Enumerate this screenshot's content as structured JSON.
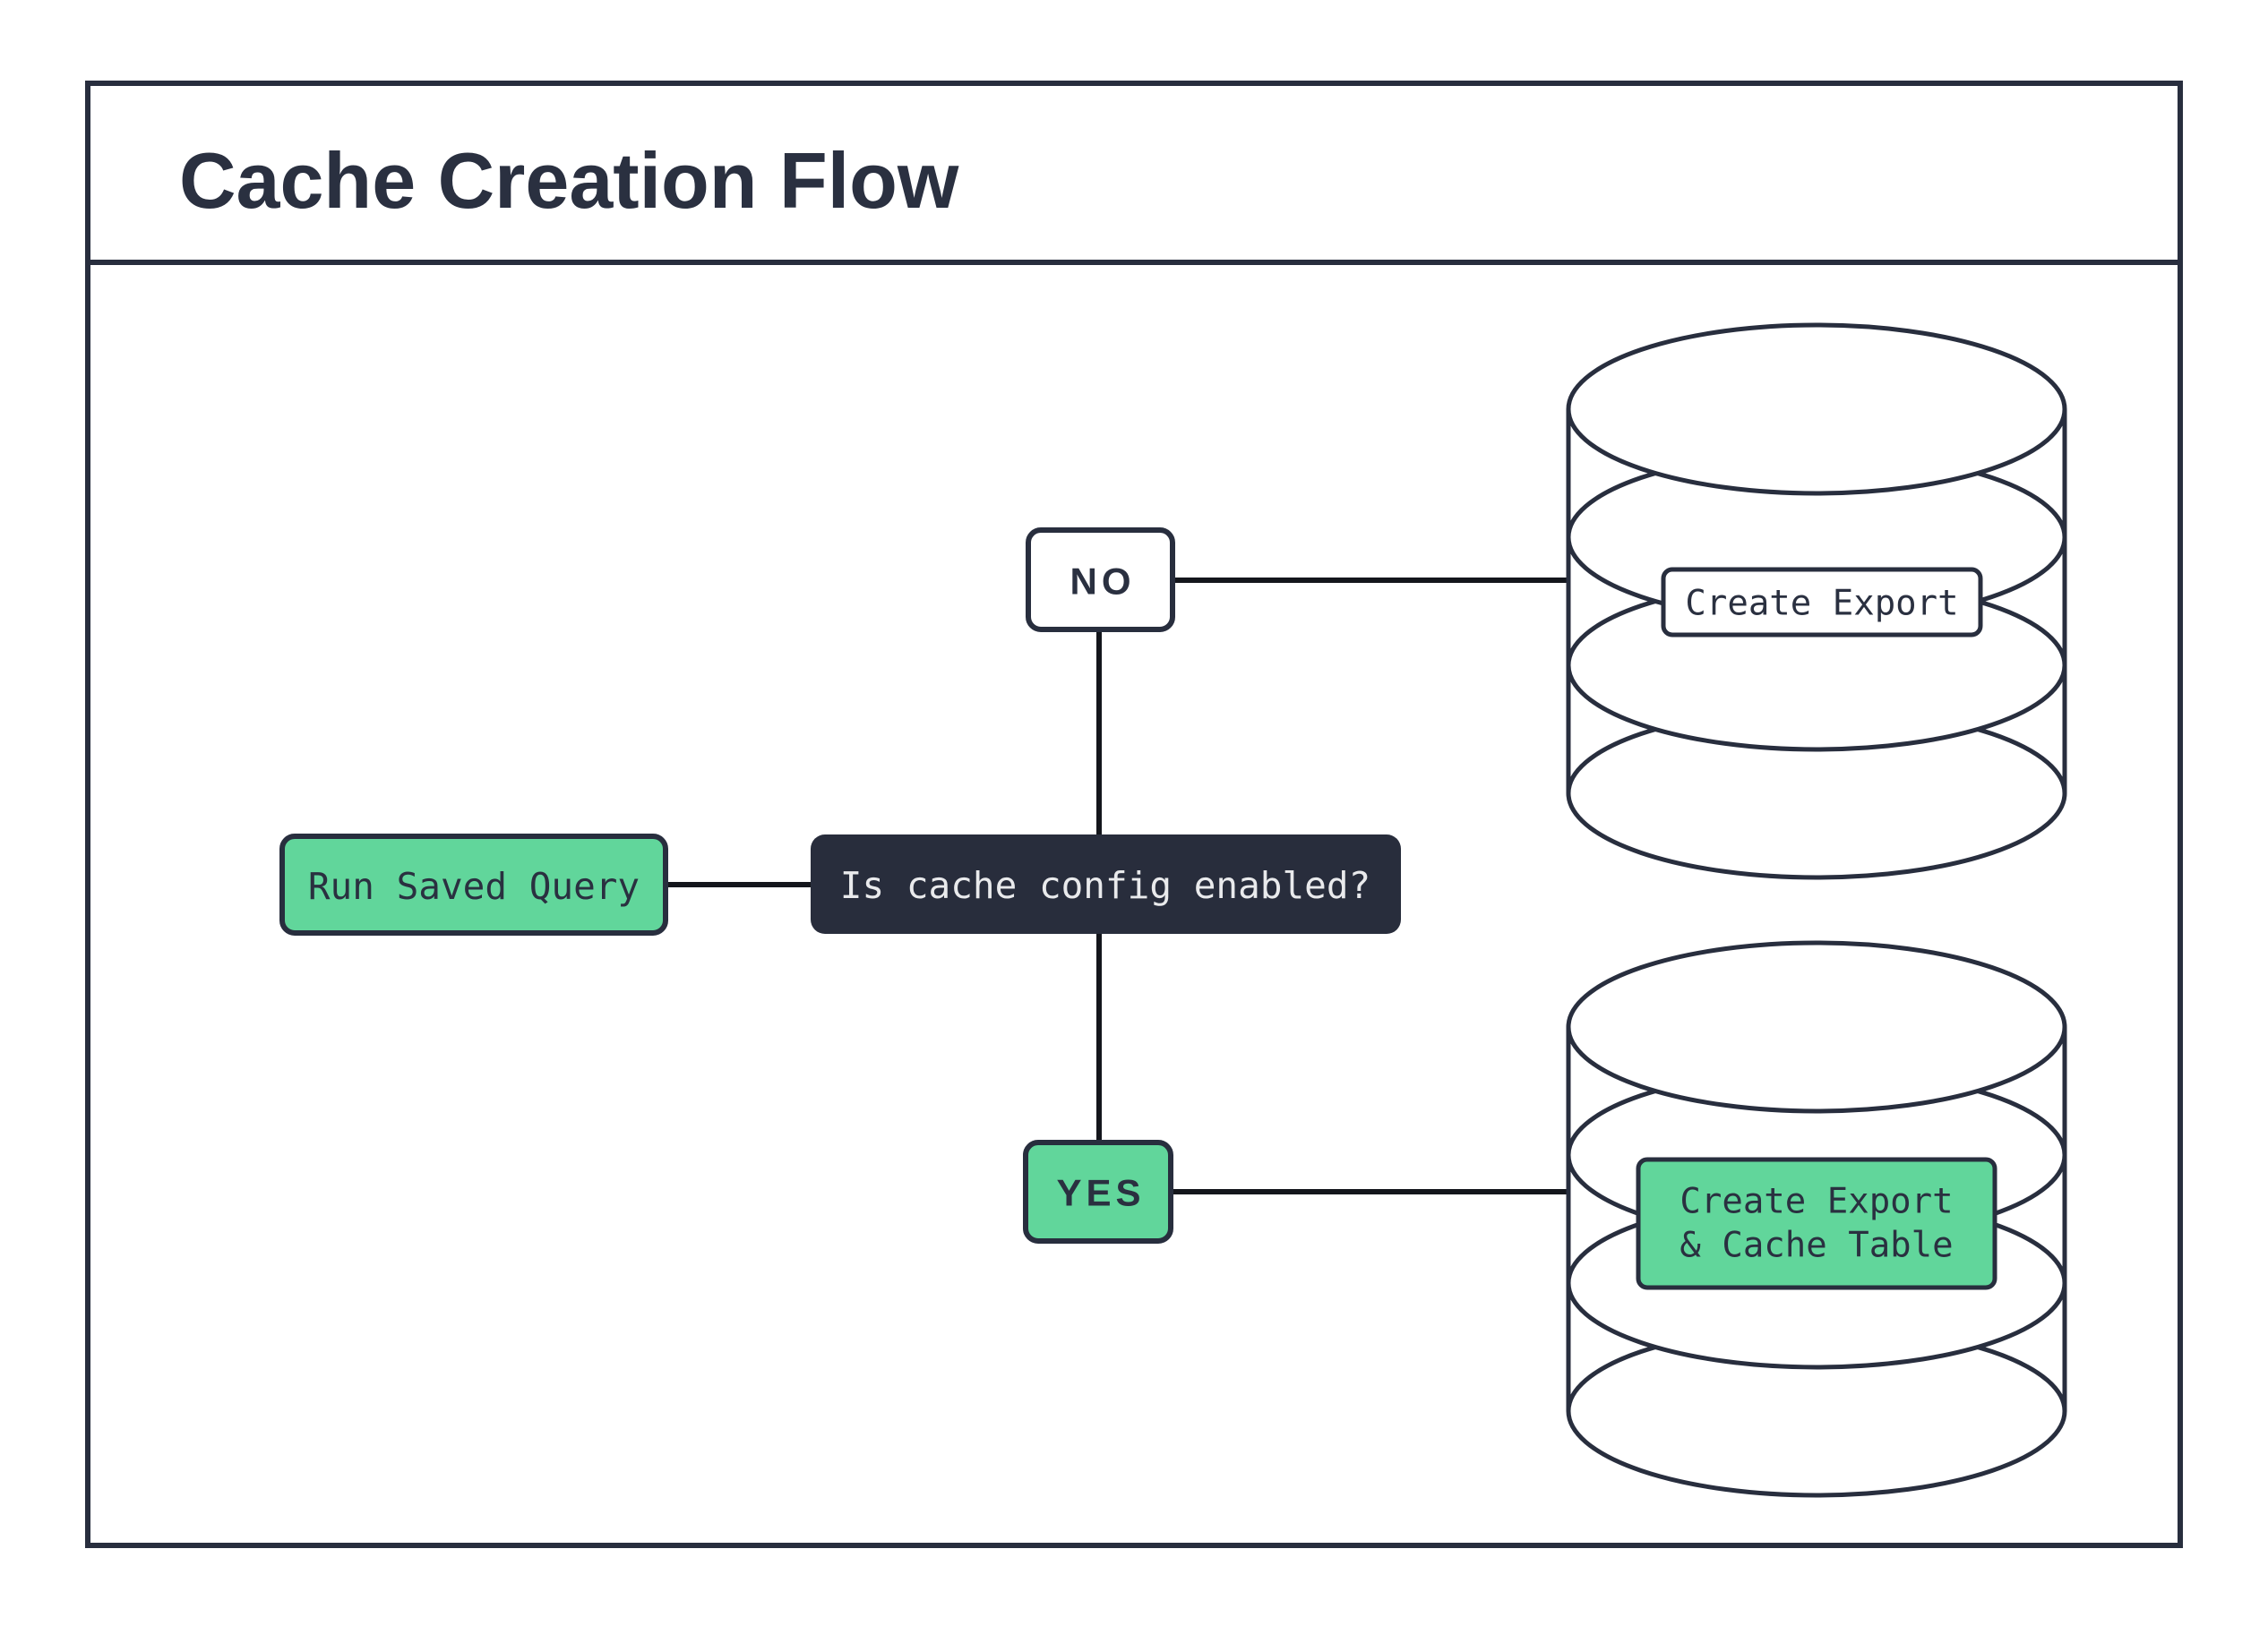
{
  "title": "Cache Creation Flow",
  "colors": {
    "ink": "#282E3E",
    "connector": "#14161C",
    "green": "#61D69B",
    "decision_fill": "#282D3C",
    "text_light": "#E9EAEC",
    "background": "#FFFFFF"
  },
  "nodes": {
    "start": {
      "label": "Run Saved Query"
    },
    "decision": {
      "label": "Is cache config enabled?"
    },
    "branch_no": {
      "label": "NO"
    },
    "branch_yes": {
      "label": "YES"
    },
    "export_db": {
      "label": "Create Export"
    },
    "cache_db": {
      "lines": [
        "Create Export",
        "& Cache Table"
      ]
    }
  }
}
